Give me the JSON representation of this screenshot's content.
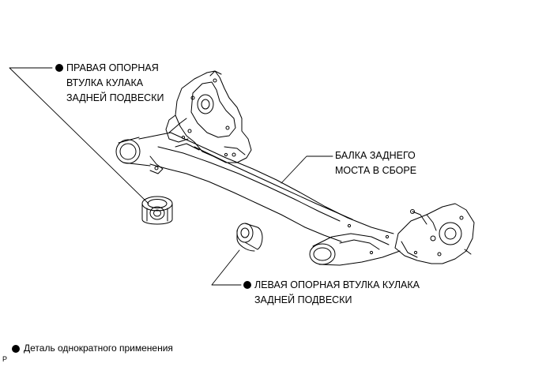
{
  "callouts": {
    "right_bushing": {
      "line1": "ПРАВАЯ ОПОРНАЯ",
      "line2": "ВТУЛКА КУЛАКА",
      "line3": "ЗАДНЕЙ ПОДВЕСКИ"
    },
    "beam": {
      "line1": "БАЛКА ЗАДНЕГО",
      "line2": "МОСТА В СБОРЕ"
    },
    "left_bushing": {
      "line1": "ЛЕВАЯ ОПОРНАЯ ВТУЛКА КУЛАКА",
      "line2": "ЗАДНЕЙ ПОДВЕСКИ"
    }
  },
  "legend": {
    "text": "Деталь однократного применения"
  },
  "figure_code": "P",
  "colors": {
    "line": "#000000",
    "background": "#ffffff"
  }
}
